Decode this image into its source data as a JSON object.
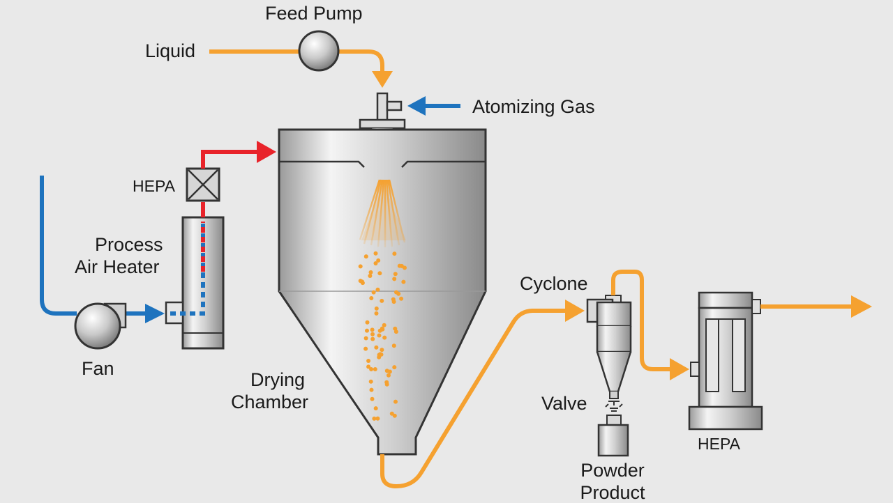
{
  "labels": {
    "feed_pump": "Feed Pump",
    "liquid": "Liquid",
    "atomizing_gas": "Atomizing Gas",
    "hepa_inlet": "HEPA",
    "process_air_heater_line1": "Process",
    "process_air_heater_line2": "Air Heater",
    "fan": "Fan",
    "drying_chamber_line1": "Drying",
    "drying_chamber_line2": "Chamber",
    "cyclone": "Cyclone",
    "valve": "Valve",
    "powder_product_line1": "Powder",
    "powder_product_line2": "Product",
    "hepa_outlet": "HEPA"
  },
  "colors": {
    "liquid_line": "#f5a130",
    "gas_line": "#1e73be",
    "hot_air_line": "#e8232a",
    "equipment_fill": "#d8d8d8",
    "equipment_stroke": "#333333",
    "background": "#e9e9e9"
  },
  "icons": {
    "hepa_filter": "x-box-filter-icon",
    "feed_pump": "sphere-pump-icon",
    "fan": "blower-fan-icon",
    "valve": "rotary-valve-icon"
  }
}
